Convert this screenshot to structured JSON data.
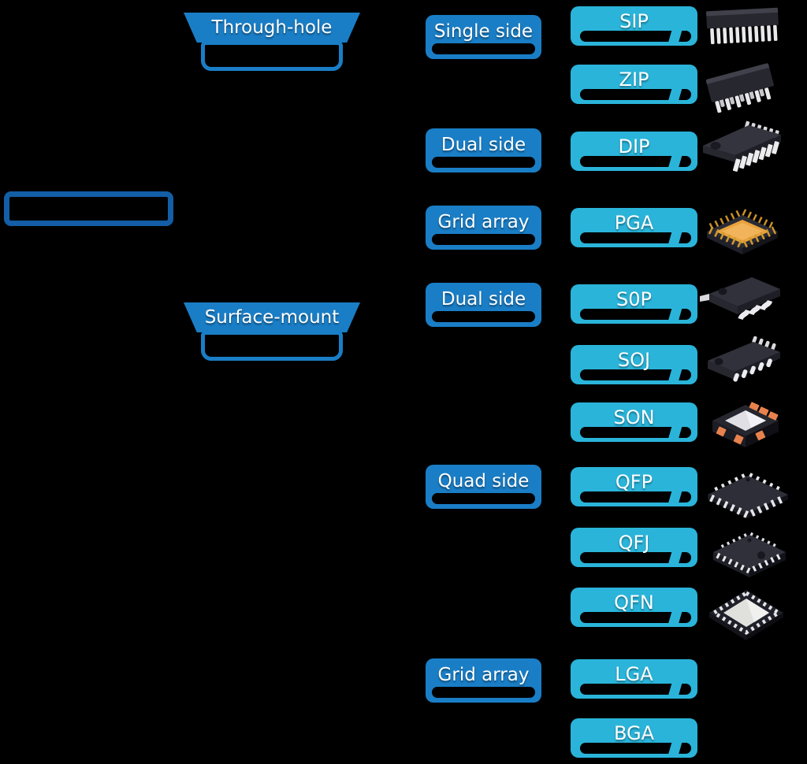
{
  "background": "#000000",
  "colors": {
    "root_border": "#135ea6",
    "branch_fill": "#1a7ec6",
    "group_fill": "#1a7ec6",
    "leaf_fill": "#2ab4da",
    "label_text": "#ffffff",
    "chip_body": "#2b2b33",
    "chip_pin": "#ebebee",
    "pga_gold": "#e8a33d",
    "son_pad_orange": "#e8824d"
  },
  "root": {
    "label": ""
  },
  "branches": [
    {
      "label": "Through-hole",
      "groups": [
        {
          "label": "Single side",
          "leaves": [
            {
              "label": "SIP",
              "icon": "sip-chip-icon"
            },
            {
              "label": "ZIP",
              "icon": "zip-chip-icon"
            }
          ]
        },
        {
          "label": "Dual side",
          "leaves": [
            {
              "label": "DIP",
              "icon": "dip-chip-icon"
            }
          ]
        },
        {
          "label": "Grid array",
          "leaves": [
            {
              "label": "PGA",
              "icon": "pga-chip-icon"
            }
          ]
        }
      ]
    },
    {
      "label": "Surface-mount",
      "groups": [
        {
          "label": "Dual side",
          "leaves": [
            {
              "label": "S0P",
              "icon": "sop-chip-icon"
            },
            {
              "label": "SOJ",
              "icon": "soj-chip-icon"
            },
            {
              "label": "SON",
              "icon": "son-chip-icon"
            }
          ]
        },
        {
          "label": "Quad side",
          "leaves": [
            {
              "label": "QFP",
              "icon": "qfp-chip-icon"
            },
            {
              "label": "QFJ",
              "icon": "qfj-chip-icon"
            },
            {
              "label": "QFN",
              "icon": "qfn-chip-icon"
            }
          ]
        },
        {
          "label": "Grid array",
          "leaves": [
            {
              "label": "LGA"
            },
            {
              "label": "BGA"
            }
          ]
        }
      ]
    }
  ]
}
